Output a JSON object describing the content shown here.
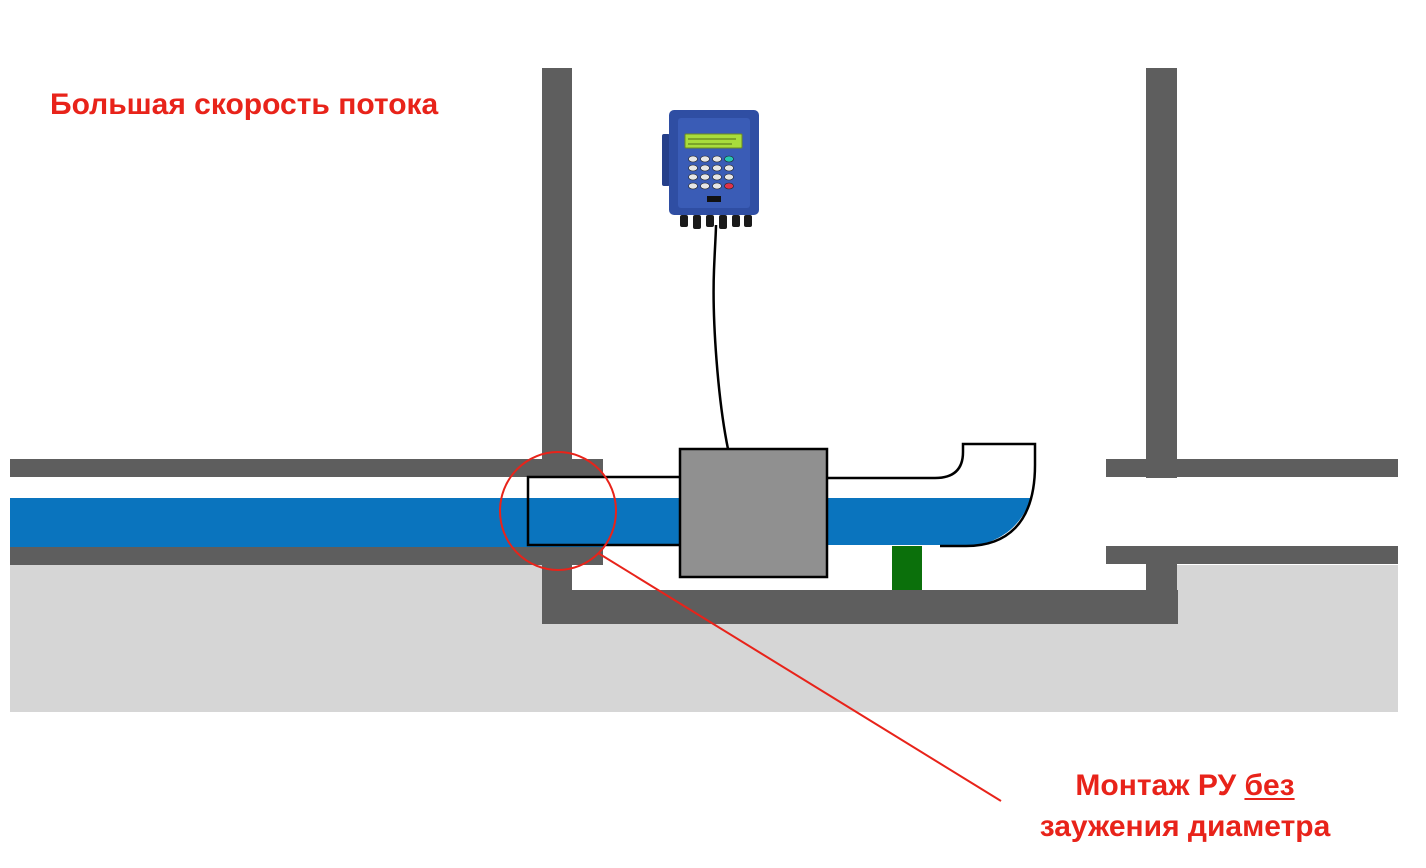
{
  "title": "Большая скорость потока",
  "callout": {
    "line1_prefix": "Монтаж РУ",
    "line1_underlined": "без",
    "line2": "заужения диаметра"
  },
  "colors": {
    "accent": "#e8231a",
    "wall": "#5e5e5e",
    "ground": "#d6d6d6",
    "water": "#0a74be",
    "flowmeter_body": "#909090",
    "support": "#0b700b",
    "device_blue": "#2f4ea3",
    "device_screen": "#a9dd3c"
  },
  "icons": [
    "ultrasonic-flowmeter-icon",
    "flow-sensor-block-icon",
    "pipe-support-icon"
  ]
}
